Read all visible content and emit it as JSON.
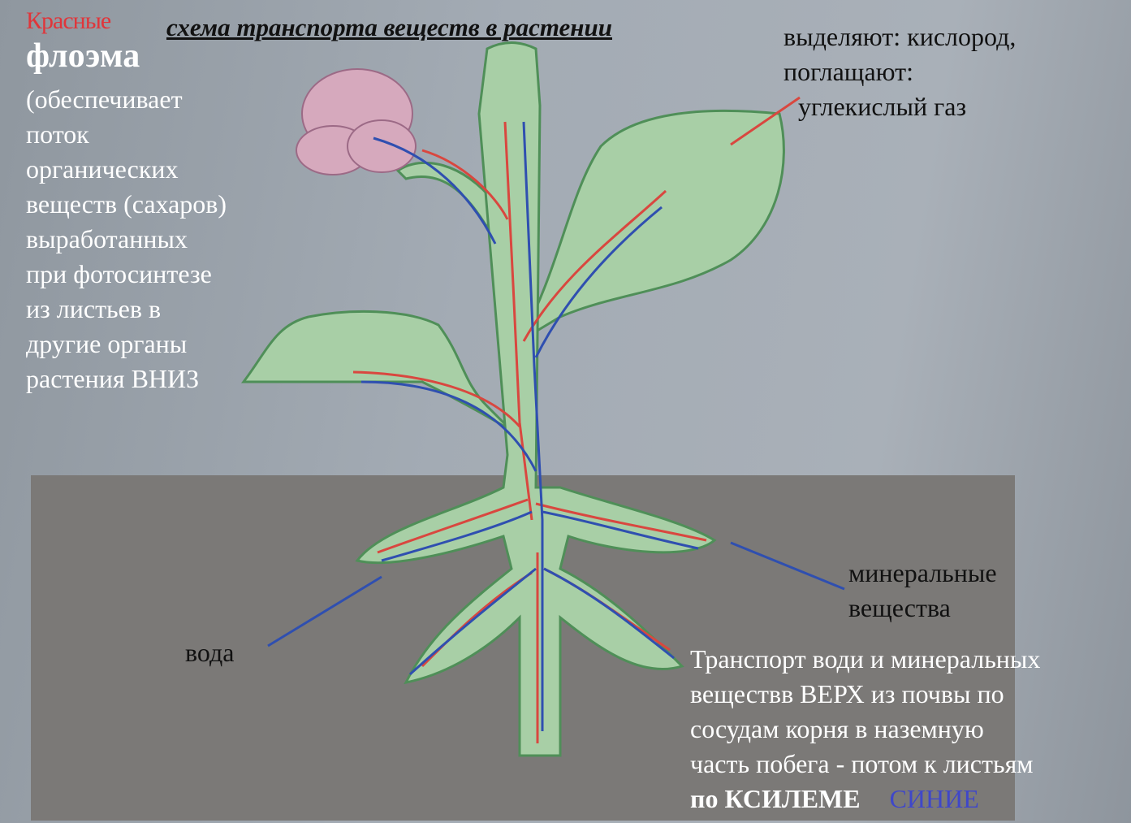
{
  "title": "схема транспорта веществ в растении",
  "phloem": {
    "color_label": "Красные",
    "name": "флоэма",
    "description": [
      "(обеспечивает",
      "поток",
      "органических",
      "веществ (сахаров)",
      "выработанных",
      "при фотосинтезе",
      "из листьев в",
      "другие органы",
      "растения ВНИЗ"
    ],
    "color": "#d9473f"
  },
  "leaf_gas": [
    "выделяют: кислород,",
    "поглащают:",
    "углекислый газ"
  ],
  "minerals": [
    "минеральные",
    "вещества"
  ],
  "water": "вода",
  "xylem": {
    "description": [
      "Транспорт води и минеральных",
      "веществв ВЕРХ  из почвы  по",
      "сосудам   корня в наземную",
      "часть побега - потом к листьям"
    ],
    "name": "по КСИЛЕМЕ",
    "color_label": "СИНИЕ",
    "color": "#2f4fb0"
  }
}
